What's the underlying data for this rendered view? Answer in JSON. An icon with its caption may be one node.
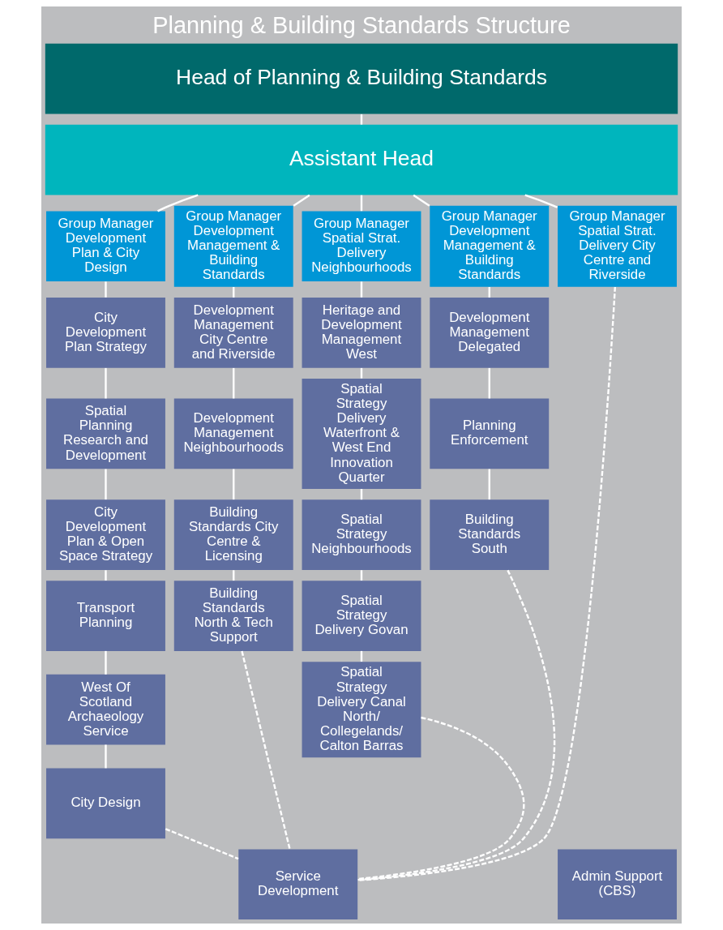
{
  "diagram": {
    "title": "Planning & Building Standards Structure",
    "nodes": [
      {
        "text": [
          "Head of Planning & Building Standards"
        ]
      },
      {
        "text": [
          "Assistant Head"
        ]
      },
      {
        "text": [
          "Group Manager Development Plan & City Design"
        ]
      },
      {
        "text": [
          "Group Manager Development Management & Building Standards"
        ]
      },
      {
        "text": [
          "Group Manager Spatial Strat. Delivery Neighbourhoods"
        ]
      },
      {
        "text": [
          "Group Manager Development Management & Building Standards"
        ]
      },
      {
        "text": [
          "Group Manager Spatial Strat. Delivery City Centre and Riverside"
        ]
      },
      {
        "text": [
          "City Development Plan Strategy"
        ]
      },
      {
        "text": [
          "Spatial Planning Research and Development"
        ]
      },
      {
        "text": [
          "City Development Plan & Open Space Strategy"
        ]
      },
      {
        "text": [
          "Transport Planning"
        ]
      },
      {
        "text": [
          "West Of Scotland Archaeology Service"
        ]
      },
      {
        "text": [
          "City Design"
        ]
      },
      {
        "text": [
          "Development Management City Centre and Riverside"
        ]
      },
      {
        "text": [
          "Development Management Neighbourhoods"
        ]
      },
      {
        "text": [
          "Building Standards City Centre & Licensing"
        ]
      },
      {
        "text": [
          "Building Standards North & Tech Support"
        ]
      },
      {
        "text": [
          "Heritage and Development Management West"
        ]
      },
      {
        "text": [
          "Spatial Strategy Delivery Waterfront & West End Innovation Quarter"
        ]
      },
      {
        "text": [
          "Spatial Strategy Neighbourhoods"
        ]
      },
      {
        "text": [
          "Spatial Strategy Delivery Govan"
        ]
      },
      {
        "text": [
          "Spatial Strategy Delivery Canal North/ Collegelands/ Calton Barras"
        ]
      },
      {
        "text": [
          "Development Management Delegated"
        ]
      },
      {
        "text": [
          "Planning Enforcement"
        ]
      },
      {
        "text": [
          "Building Standards South"
        ]
      },
      {
        "text": [
          "Service Development"
        ]
      },
      {
        "text": [
          "Admin Support (CBS)"
        ]
      }
    ],
    "edges": [
      {
        "from": 0,
        "to": 1,
        "arrow": "none"
      },
      {
        "from": 1,
        "to": 2,
        "arrow": "none"
      },
      {
        "from": 1,
        "to": 3,
        "arrow": "none"
      },
      {
        "from": 1,
        "to": 4,
        "arrow": "none"
      },
      {
        "from": 1,
        "to": 5,
        "arrow": "none"
      },
      {
        "from": 1,
        "to": 6,
        "arrow": "none"
      },
      {
        "from": 2,
        "to": 7,
        "arrow": "none"
      },
      {
        "from": 7,
        "to": 8,
        "arrow": "none"
      },
      {
        "from": 8,
        "to": 9,
        "arrow": "none"
      },
      {
        "from": 9,
        "to": 10,
        "arrow": "none"
      },
      {
        "from": 10,
        "to": 11,
        "arrow": "none"
      },
      {
        "from": 11,
        "to": 12,
        "arrow": "none"
      },
      {
        "from": 3,
        "to": 13,
        "arrow": "none"
      },
      {
        "from": 13,
        "to": 14,
        "arrow": "none"
      },
      {
        "from": 14,
        "to": 15,
        "arrow": "none"
      },
      {
        "from": 15,
        "to": 16,
        "arrow": "none"
      },
      {
        "from": 4,
        "to": 17,
        "arrow": "none"
      },
      {
        "from": 17,
        "to": 18,
        "arrow": "none"
      },
      {
        "from": 18,
        "to": 19,
        "arrow": "none"
      },
      {
        "from": 19,
        "to": 20,
        "arrow": "none"
      },
      {
        "from": 20,
        "to": 21,
        "arrow": "none"
      },
      {
        "from": 5,
        "to": 22,
        "arrow": "none"
      },
      {
        "from": 22,
        "to": 23,
        "arrow": "none"
      },
      {
        "from": 23,
        "to": 24,
        "arrow": "none"
      },
      {
        "from": 12,
        "to": 25,
        "arrow": "none",
        "style": "dashed"
      },
      {
        "from": 16,
        "to": 25,
        "arrow": "none",
        "style": "dashed"
      },
      {
        "from": 21,
        "to": 25,
        "arrow": "none",
        "style": "dashed"
      },
      {
        "from": 24,
        "to": 25,
        "arrow": "none",
        "style": "dashed"
      },
      {
        "from": 6,
        "to": 25,
        "arrow": "none",
        "style": "dashed"
      }
    ]
  }
}
